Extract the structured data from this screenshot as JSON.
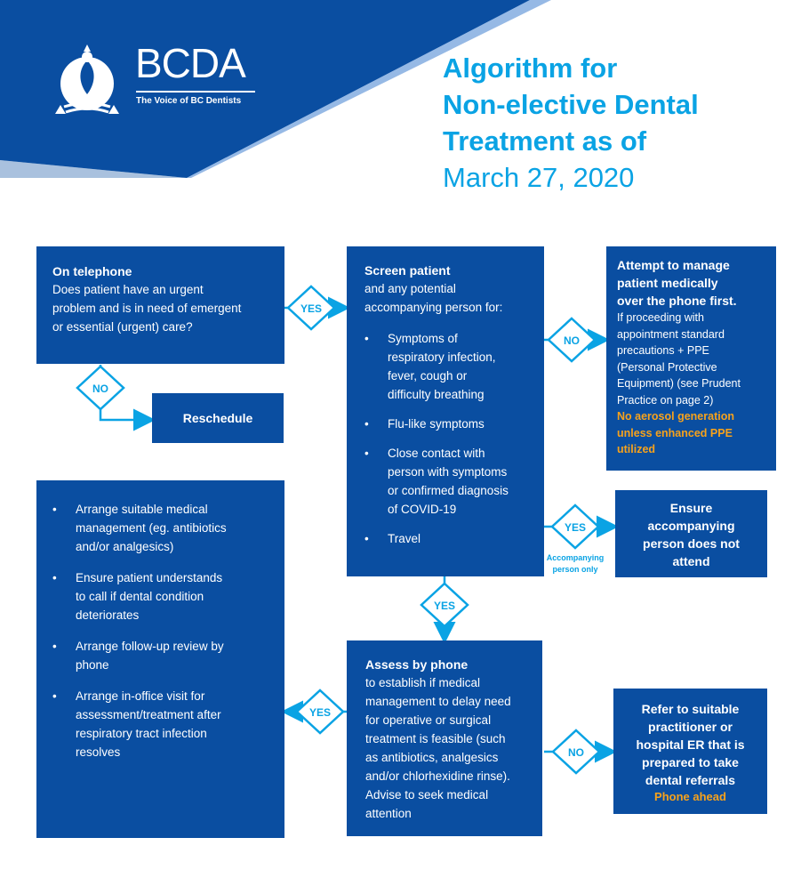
{
  "brand": {
    "name": "BCDA",
    "tagline": "The Voice of BC Dentists"
  },
  "title": {
    "line1": "Algorithm for",
    "line2": "Non-elective Dental",
    "line3": "Treatment as of",
    "date": "March 27, 2020"
  },
  "colors": {
    "navy": "#0a4ea1",
    "accent": "#0aa3e4",
    "warning": "#f7a21b"
  },
  "boxes": {
    "telephone": {
      "heading": "On telephone",
      "lines": [
        "Does patient have an urgent",
        "problem and is in need of emergent",
        "or essential (urgent) care?"
      ]
    },
    "reschedule": {
      "label": "Reschedule"
    },
    "screen": {
      "heading": "Screen patient",
      "lines": [
        "and any potential",
        "accompanying person for:"
      ],
      "bullets": [
        [
          "Symptoms of",
          "respiratory infection,",
          "fever, cough or",
          "difficulty breathing"
        ],
        [
          "Flu-like symptoms"
        ],
        [
          "Close contact with",
          "person with symptoms",
          "or confirmed diagnosis",
          "of COVID-19"
        ],
        [
          "Travel"
        ]
      ]
    },
    "manage": {
      "heading_lines": [
        "Attempt to manage",
        "patient medically",
        "over the phone first."
      ],
      "lines": [
        "If proceeding with",
        "appointment standard",
        "precautions + PPE",
        "(Personal Protective",
        "Equipment) (see Prudent",
        "Practice on page 2)"
      ],
      "warning_lines": [
        "No aerosol generation",
        "unless enhanced PPE",
        "utilized"
      ]
    },
    "ensure": {
      "lines": [
        "Ensure",
        "accompanying",
        "person does not",
        "attend"
      ]
    },
    "care": {
      "bullets": [
        [
          "Arrange suitable medical",
          "management (eg. antibiotics",
          "and/or analgesics)"
        ],
        [
          "Ensure patient understands",
          "to call if dental condition",
          "deteriorates"
        ],
        [
          "Arrange follow-up review by",
          "phone"
        ],
        [
          "Arrange in-office visit for",
          "assessment/treatment after",
          "respiratory tract infection",
          "resolves"
        ]
      ]
    },
    "assess": {
      "heading": "Assess by phone",
      "lines": [
        "to establish if medical",
        "management to delay need",
        "for operative or surgical",
        "treatment is feasible (such",
        "as antibiotics, analgesics",
        "and/or chlorhexidine rinse).",
        "Advise to seek medical",
        "attention"
      ]
    },
    "refer": {
      "lines": [
        "Refer to suitable",
        "practitioner or",
        "hospital ER that is",
        "prepared to take",
        "dental referrals"
      ],
      "warning": "Phone ahead"
    }
  },
  "connectors": {
    "yes": "YES",
    "no": "NO",
    "accompanying_note": [
      "Accompanying",
      "person only"
    ]
  }
}
